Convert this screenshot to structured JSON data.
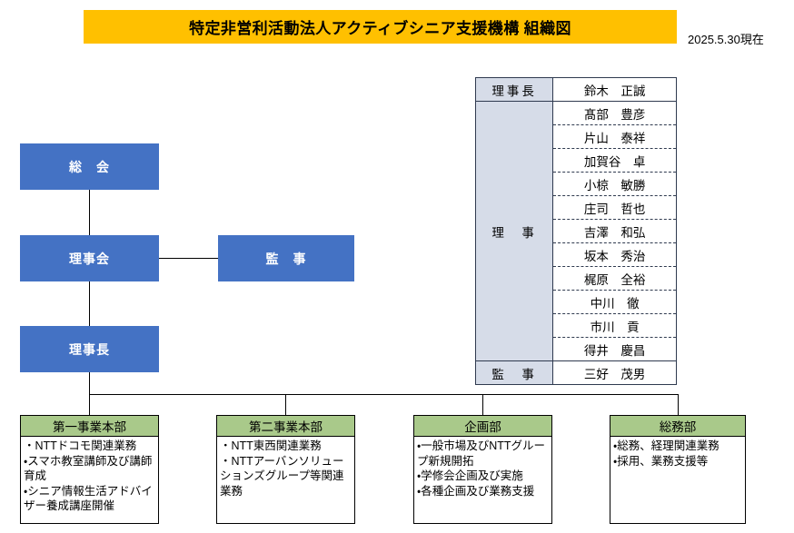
{
  "header": {
    "title": "特定非営利活動法人アクティブシニア支援機構 組織図",
    "date_note": "2025.5.30現在",
    "title_bg": "#FFC000"
  },
  "colors": {
    "node_blue": "#4472C4",
    "dept_green": "#A9C98A",
    "table_role_bg": "#D6DCE8",
    "line": "#000000"
  },
  "org_nodes": {
    "general_meeting": "総　会",
    "board_of_directors": "理事会",
    "auditor": "監　事",
    "chairman": "理事長"
  },
  "departments": [
    {
      "name": "第一事業本部",
      "items": [
        "・NTTドコモ関連業務",
        "・スマホ教室講師及び講師育成",
        "・シニア情報生活アドバイザー養成講座開催"
      ]
    },
    {
      "name": "第二事業本部",
      "items": [
        "・NTT東西関連業務",
        "・NTTアーバンソリューションズグループ等関連業務"
      ]
    },
    {
      "name": "企画部",
      "items": [
        "・一般市場及びNTTグループ新規開拓",
        "・学修会企画及び実施",
        "・各種企画及び業務支援"
      ]
    },
    {
      "name": "総務部",
      "items": [
        "・総務、経理関連業務",
        "・採用、業務支援等"
      ]
    }
  ],
  "officers_table": {
    "rows": [
      {
        "role": "理事長",
        "name": "鈴木　正誠"
      },
      {
        "role": "理　事",
        "name": "髙部　豊彦"
      },
      {
        "role": "",
        "name": "片山　泰祥"
      },
      {
        "role": "",
        "name": "加賀谷　卓"
      },
      {
        "role": "",
        "name": "小椋　敏勝"
      },
      {
        "role": "",
        "name": "庄司　哲也"
      },
      {
        "role": "",
        "name": "吉澤　和弘"
      },
      {
        "role": "",
        "name": "坂本　秀治"
      },
      {
        "role": "",
        "name": "梶原　全裕"
      },
      {
        "role": "",
        "name": "中川　徹"
      },
      {
        "role": "",
        "name": "市川　貢"
      },
      {
        "role": "",
        "name": "得井　慶昌"
      },
      {
        "role": "監　事",
        "name": "三好　茂男"
      }
    ],
    "role_labels": {
      "chairman": "理事長",
      "director": "理　事",
      "auditor": "監　事"
    }
  }
}
